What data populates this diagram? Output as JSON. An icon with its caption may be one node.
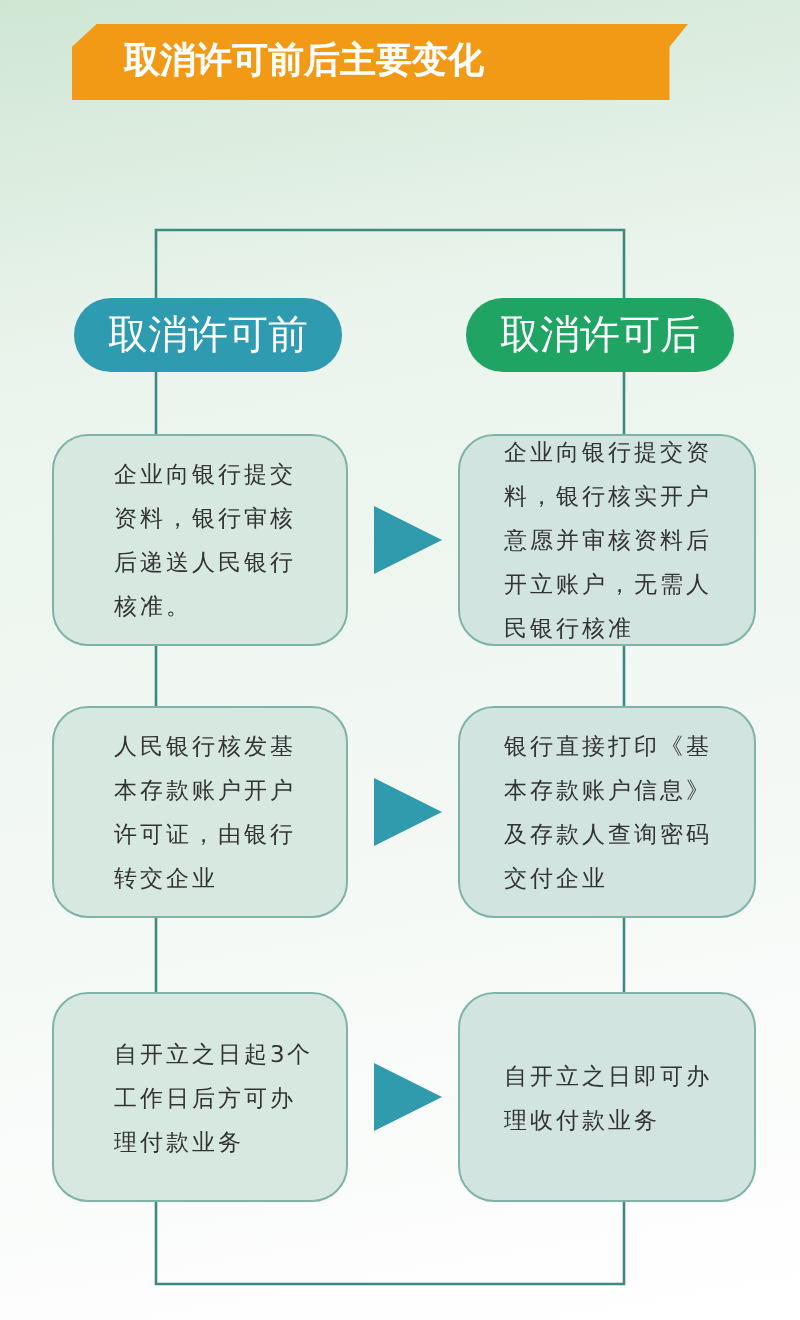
{
  "diagram": {
    "title": "取消许可前后主要变化",
    "nodes": [
      {
        "text": [
          "取消许可前"
        ]
      },
      {
        "text": [
          "取消许可后"
        ]
      },
      {
        "text": [
          "企业向银行提交资料，银行审核后递送人民银行核准。"
        ]
      },
      {
        "text": [
          "企业向银行提交资料，银行核实开户意愿并审核资料后开立账户，无需人民银行核准"
        ]
      },
      {
        "text": [
          "人民银行核发基本存款账户开户许可证，由银行转交企业"
        ]
      },
      {
        "text": [
          "银行直接打印《基本存款账户信息》及存款人查询密码交付企业"
        ]
      },
      {
        "text": [
          "自开立之日起3个工作日后方可办理付款业务"
        ]
      },
      {
        "text": [
          "自开立之日即可办理收付款业务"
        ]
      }
    ],
    "edges": [
      {
        "from": 0,
        "to": 1,
        "arrow": "none"
      },
      {
        "from": 0,
        "to": 2,
        "arrow": "none"
      },
      {
        "from": 2,
        "to": 4,
        "arrow": "none"
      },
      {
        "from": 4,
        "to": 6,
        "arrow": "none"
      },
      {
        "from": 1,
        "to": 3,
        "arrow": "none"
      },
      {
        "from": 3,
        "to": 5,
        "arrow": "none"
      },
      {
        "from": 5,
        "to": 7,
        "arrow": "none"
      },
      {
        "from": 6,
        "to": 7,
        "arrow": "none"
      },
      {
        "from": 2,
        "to": 3,
        "arrow": "to"
      },
      {
        "from": 4,
        "to": 5,
        "arrow": "to"
      },
      {
        "from": 6,
        "to": 7,
        "arrow": "to"
      }
    ]
  }
}
